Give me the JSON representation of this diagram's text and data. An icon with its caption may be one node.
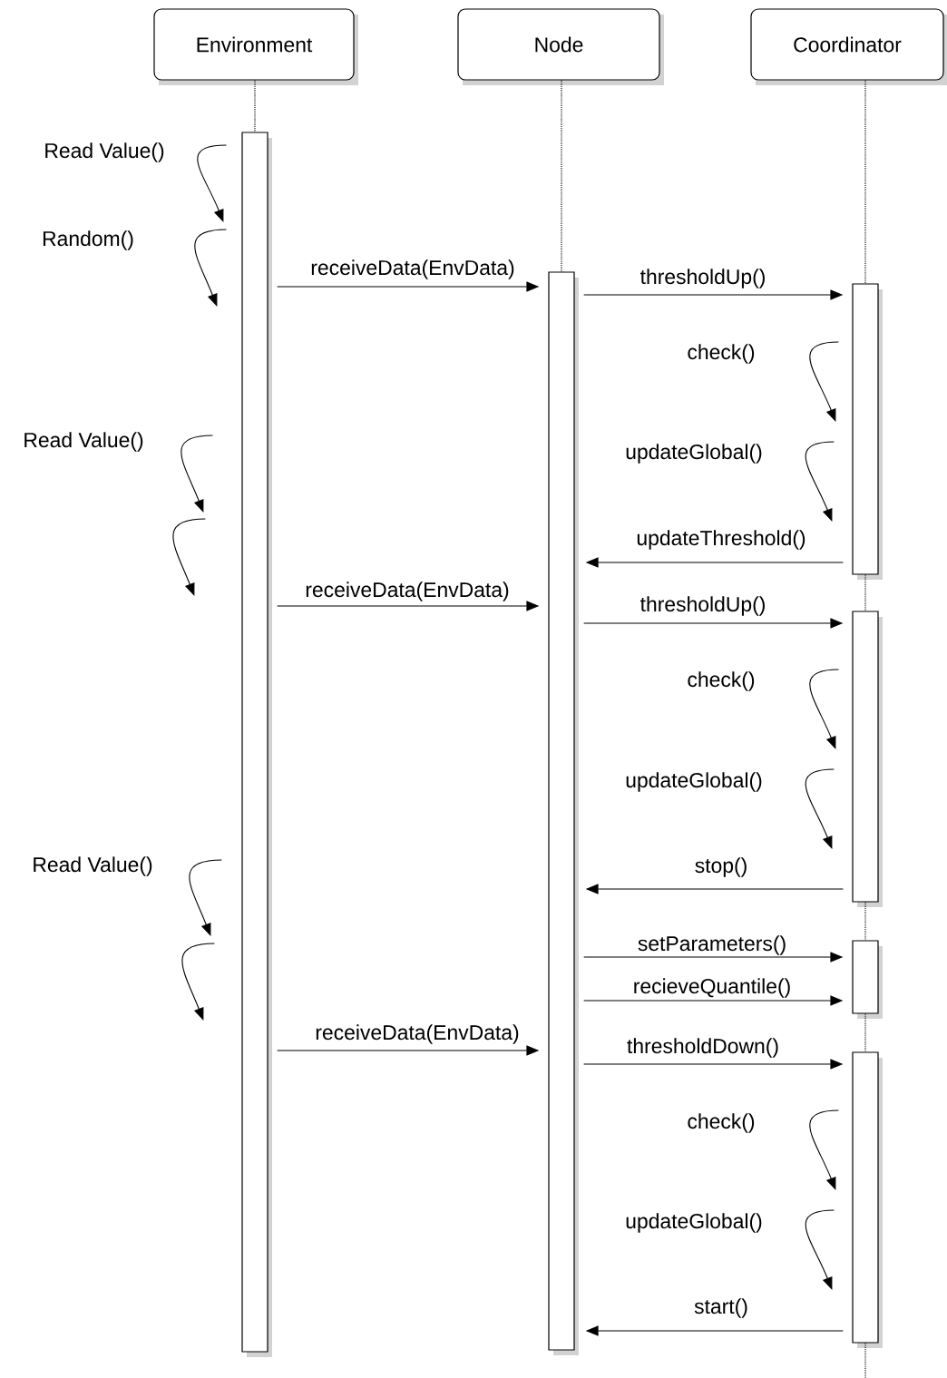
{
  "diagram": {
    "nodes": [
      {
        "text": [
          "Environment"
        ]
      },
      {
        "text": [
          "Node"
        ]
      },
      {
        "text": [
          "Coordinator"
        ]
      },
      {
        "text": [],
        "shape": "bar"
      },
      {
        "text": [],
        "shape": "bar"
      },
      {
        "text": [],
        "shape": "bar"
      },
      {
        "text": [],
        "shape": "bar"
      },
      {
        "text": [],
        "shape": "bar"
      },
      {
        "text": [],
        "shape": "bar"
      }
    ],
    "edges": [
      {
        "from": 3,
        "to": 3,
        "arrow": "to",
        "label": "Read Value()"
      },
      {
        "from": 3,
        "to": 3,
        "arrow": "to",
        "label": "Random()"
      },
      {
        "from": 3,
        "to": 4,
        "arrow": "to",
        "label": "receiveData(EnvData)"
      },
      {
        "from": 4,
        "to": 5,
        "arrow": "to",
        "label": "thresholdUp()"
      },
      {
        "from": 5,
        "to": 5,
        "arrow": "to",
        "label": "check()"
      },
      {
        "from": 5,
        "to": 5,
        "arrow": "to",
        "label": "updateGlobal()"
      },
      {
        "from": 5,
        "to": 4,
        "arrow": "to",
        "label": "updateThreshold()"
      },
      {
        "from": 3,
        "to": 3,
        "arrow": "to",
        "label": "Read Value()"
      },
      {
        "from": 3,
        "to": 3,
        "arrow": "to"
      },
      {
        "from": 3,
        "to": 4,
        "arrow": "to",
        "label": "receiveData(EnvData)"
      },
      {
        "from": 4,
        "to": 6,
        "arrow": "to",
        "label": "thresholdUp()"
      },
      {
        "from": 6,
        "to": 6,
        "arrow": "to",
        "label": "check()"
      },
      {
        "from": 6,
        "to": 6,
        "arrow": "to",
        "label": "updateGlobal()"
      },
      {
        "from": 6,
        "to": 4,
        "arrow": "to",
        "label": "stop()"
      },
      {
        "from": 3,
        "to": 3,
        "arrow": "to",
        "label": "Read Value()"
      },
      {
        "from": 3,
        "to": 3,
        "arrow": "to"
      },
      {
        "from": 4,
        "to": 7,
        "arrow": "to",
        "label": "setParameters()"
      },
      {
        "from": 4,
        "to": 7,
        "arrow": "to",
        "label": "recieveQuantile()"
      },
      {
        "from": 3,
        "to": 4,
        "arrow": "to",
        "label": "receiveData(EnvData)"
      },
      {
        "from": 4,
        "to": 8,
        "arrow": "to",
        "label": "thresholdDown()"
      },
      {
        "from": 8,
        "to": 8,
        "arrow": "to",
        "label": "check()"
      },
      {
        "from": 8,
        "to": 8,
        "arrow": "to",
        "label": "updateGlobal()"
      },
      {
        "from": 8,
        "to": 4,
        "arrow": "to",
        "label": "start()"
      },
      {
        "from": 0,
        "to": 3,
        "arrow": "none",
        "style": "dashed"
      },
      {
        "from": 1,
        "to": 4,
        "arrow": "none",
        "style": "dashed"
      },
      {
        "from": 2,
        "to": 5,
        "arrow": "none",
        "style": "dashed"
      },
      {
        "from": 5,
        "to": 6,
        "arrow": "none",
        "style": "dashed"
      },
      {
        "from": 6,
        "to": 7,
        "arrow": "none",
        "style": "dashed"
      },
      {
        "from": 7,
        "to": 8,
        "arrow": "none",
        "style": "dashed"
      },
      {
        "from": 8,
        "to": null,
        "arrow": "none",
        "style": "dashed"
      }
    ]
  }
}
